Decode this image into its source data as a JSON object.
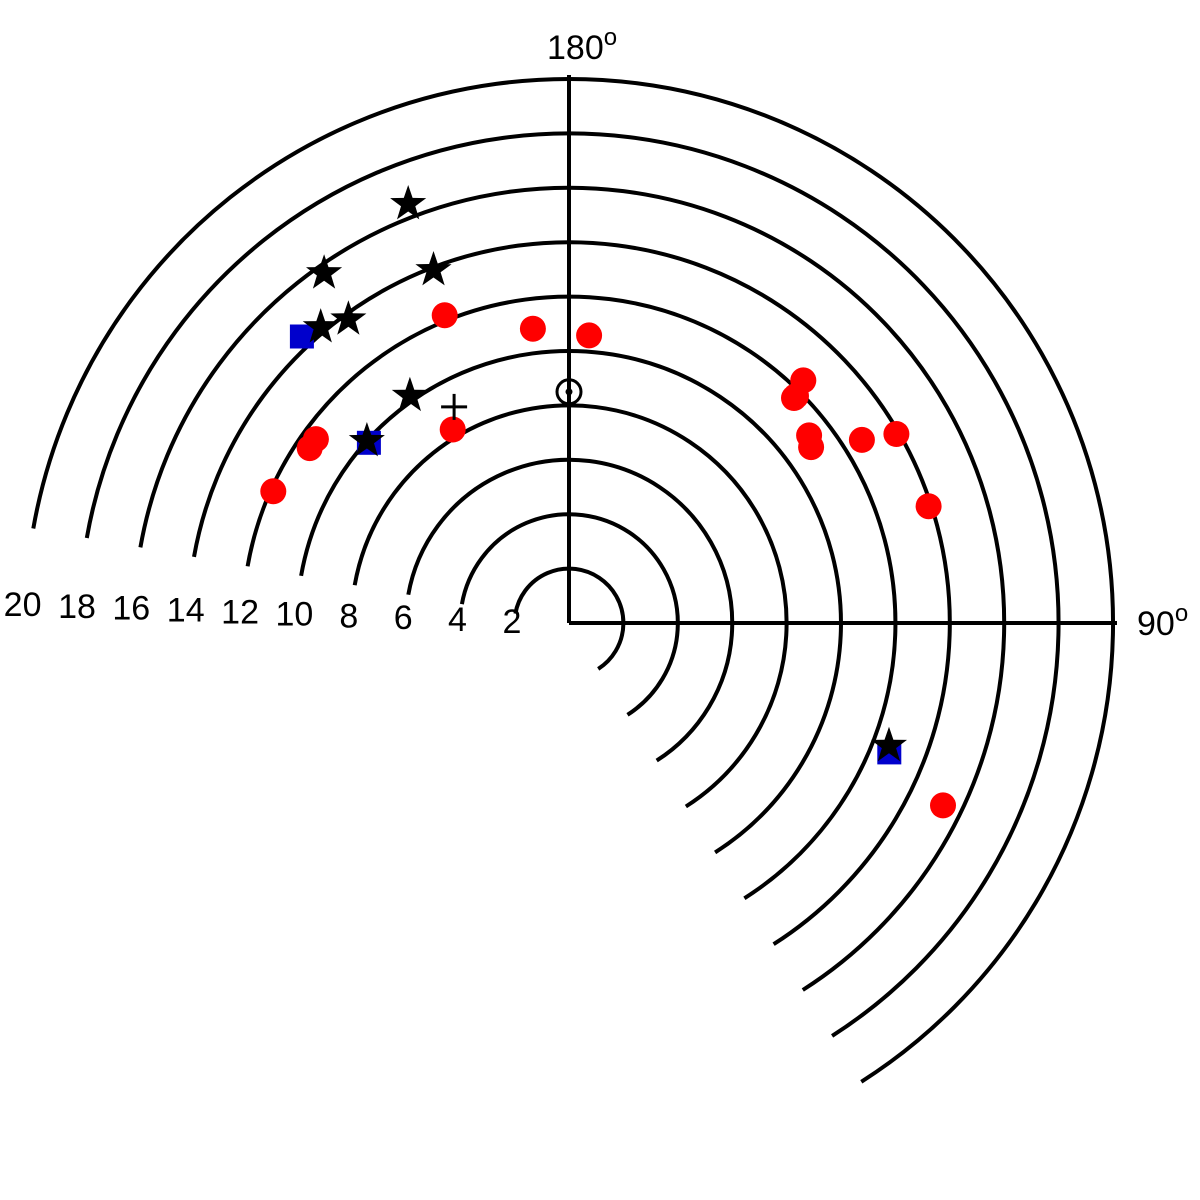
{
  "chart_data": {
    "type": "scatter",
    "coordinate_system": "polar",
    "radial_range": [
      0,
      20
    ],
    "radial_ticks": [
      2,
      4,
      6,
      8,
      10,
      12,
      14,
      16,
      18,
      20
    ],
    "angle_labels": [
      {
        "id": "deg180",
        "value": "180",
        "sup": "o"
      },
      {
        "id": "deg90",
        "value": "90",
        "sup": "o"
      }
    ],
    "grid": true,
    "colors": {
      "circle": "#ff0000",
      "square": "#0000cc",
      "star": "#000000"
    },
    "series": [
      {
        "marker": "circle",
        "points": [
          {
            "r": 12.2,
            "theta": 202
          },
          {
            "r": 10.9,
            "theta": 187
          },
          {
            "r": 10.6,
            "theta": 176
          },
          {
            "r": 11.8,
            "theta": 135
          },
          {
            "r": 11.7,
            "theta": 135
          },
          {
            "r": 11.2,
            "theta": 128
          },
          {
            "r": 12.4,
            "theta": 136
          },
          {
            "r": 11.0,
            "theta": 126
          },
          {
            "r": 12.7,
            "theta": 122
          },
          {
            "r": 13.9,
            "theta": 120
          },
          {
            "r": 8.3,
            "theta": 211
          },
          {
            "r": 11.5,
            "theta": 234
          },
          {
            "r": 11.5,
            "theta": 236
          },
          {
            "r": 11.9,
            "theta": 246
          },
          {
            "r": 13.9,
            "theta": 108
          },
          {
            "r": 15.3,
            "theta": 64
          }
        ]
      },
      {
        "marker": "square",
        "points": [
          {
            "r": 14.4,
            "theta": 223
          },
          {
            "r": 9.9,
            "theta": 228
          },
          {
            "r": 12.7,
            "theta": 68
          }
        ]
      },
      {
        "marker": "star",
        "points": [
          {
            "r": 16.5,
            "theta": 201
          },
          {
            "r": 15.7,
            "theta": 215
          },
          {
            "r": 13.8,
            "theta": 216
          },
          {
            "r": 10.0,
            "theta": 228
          },
          {
            "r": 10.2,
            "theta": 215
          },
          {
            "r": 13.9,
            "theta": 201
          },
          {
            "r": 14.2,
            "theta": 220
          },
          {
            "r": 12.6,
            "theta": 69
          }
        ]
      }
    ],
    "annotations": [
      {
        "symbol": "sun",
        "r": 8.5,
        "theta": 180
      },
      {
        "symbol": "plus",
        "r": 9.0,
        "theta": 208
      }
    ]
  }
}
